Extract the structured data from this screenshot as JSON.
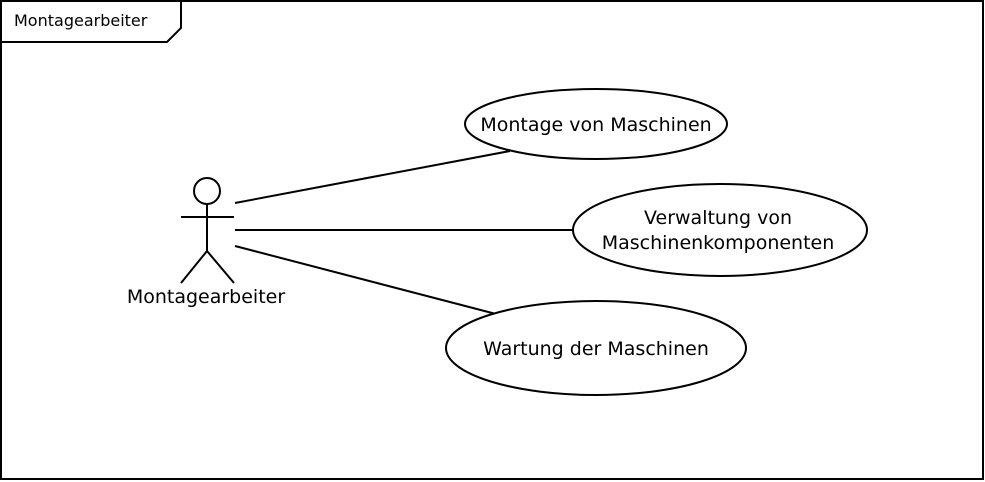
{
  "frame": {
    "title": "Montagearbeiter"
  },
  "actor": {
    "name": "Montagearbeiter"
  },
  "use_cases": [
    {
      "lines": [
        "Montage von Maschinen"
      ]
    },
    {
      "lines": [
        "Verwaltung von",
        "Maschinenkomponenten"
      ]
    },
    {
      "lines": [
        "Wartung der Maschinen"
      ]
    }
  ],
  "colors": {
    "stroke": "#000000",
    "background": "#ffffff"
  }
}
